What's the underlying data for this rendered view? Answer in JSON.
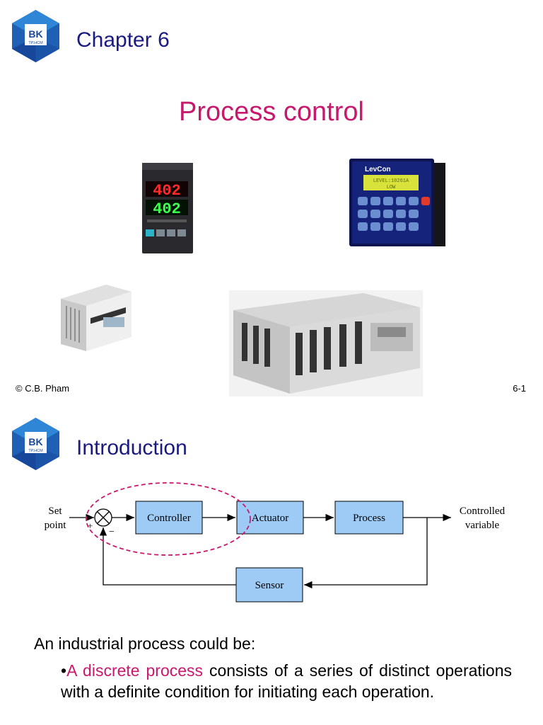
{
  "slide1": {
    "logo_text": "BK",
    "logo_subtext": "TP.HCM",
    "chapter": "Chapter 6",
    "title": "Process control",
    "devices": {
      "temp_controller_display_top": "402",
      "temp_controller_display_bottom": "402",
      "levcon_brand": "LevCon",
      "levcon_lcd_line1": "LEVEL:10261A",
      "levcon_lcd_line2": "LOW"
    },
    "footer_left": "© C.B. Pham",
    "footer_right": "6-1"
  },
  "slide2": {
    "logo_text": "BK",
    "logo_subtext": "TP.HCM",
    "title": "Introduction",
    "diagram": {
      "setpoint_line1": "Set",
      "setpoint_line2": "point",
      "plus": "+",
      "minus": "−",
      "controller": "Controller",
      "actuator": "Actuator",
      "process": "Process",
      "sensor": "Sensor",
      "output_line1": "Controlled",
      "output_line2": "variable"
    },
    "intro_text": "An industrial process could be:",
    "bullet_mark": "•",
    "bullet_highlight": "A discrete process",
    "bullet_rest": " consists of a series of distinct operations with a definite condition for initiating each operation."
  }
}
